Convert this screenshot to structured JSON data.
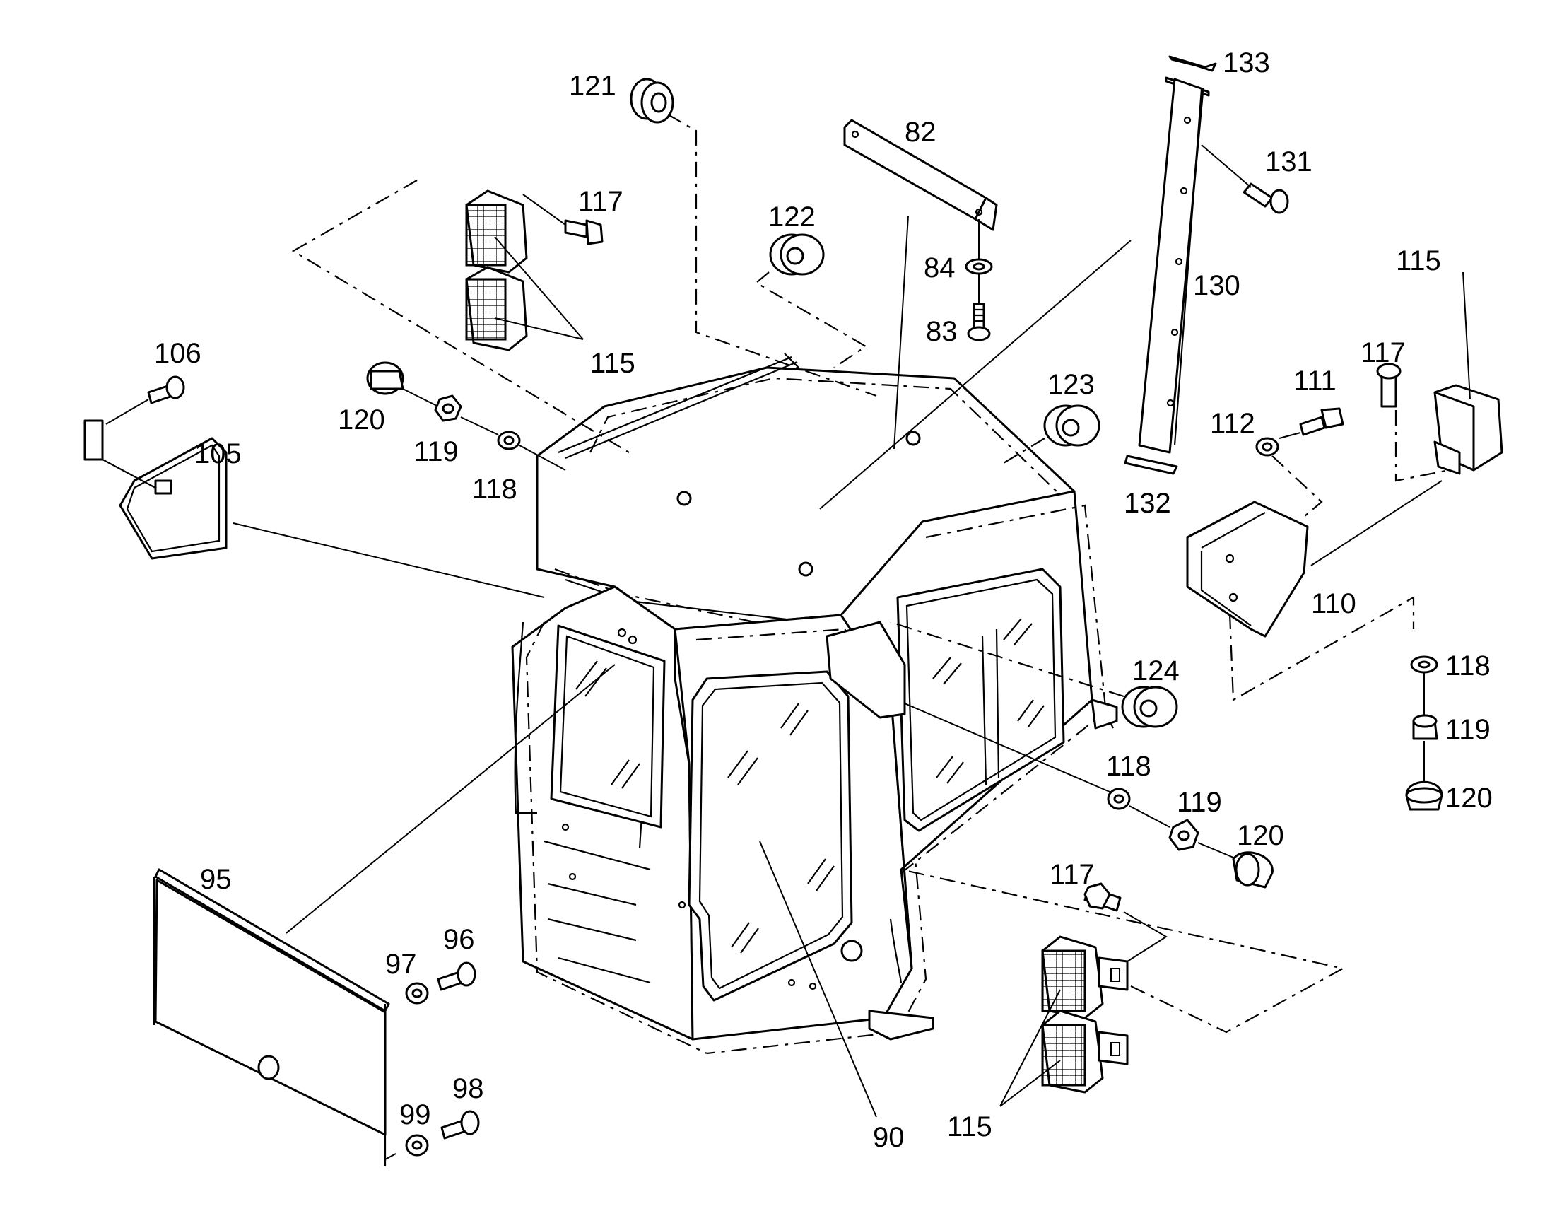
{
  "callouts": [
    {
      "label": "121"
    },
    {
      "label": "82"
    },
    {
      "label": "133"
    },
    {
      "label": "117"
    },
    {
      "label": "122"
    },
    {
      "label": "131"
    },
    {
      "label": "84"
    },
    {
      "label": "115"
    },
    {
      "label": "130"
    },
    {
      "label": "83"
    },
    {
      "label": "115"
    },
    {
      "label": "106"
    },
    {
      "label": "117"
    },
    {
      "label": "111"
    },
    {
      "label": "123"
    },
    {
      "label": "120"
    },
    {
      "label": "112"
    },
    {
      "label": "119"
    },
    {
      "label": "105"
    },
    {
      "label": "118"
    },
    {
      "label": "132"
    },
    {
      "label": "110"
    },
    {
      "label": "118"
    },
    {
      "label": "124"
    },
    {
      "label": "119"
    },
    {
      "label": "118"
    },
    {
      "label": "120"
    },
    {
      "label": "119"
    },
    {
      "label": "120"
    },
    {
      "label": "95"
    },
    {
      "label": "117"
    },
    {
      "label": "97"
    },
    {
      "label": "96"
    },
    {
      "label": "99"
    },
    {
      "label": "98"
    },
    {
      "label": "115"
    },
    {
      "label": "90"
    }
  ]
}
